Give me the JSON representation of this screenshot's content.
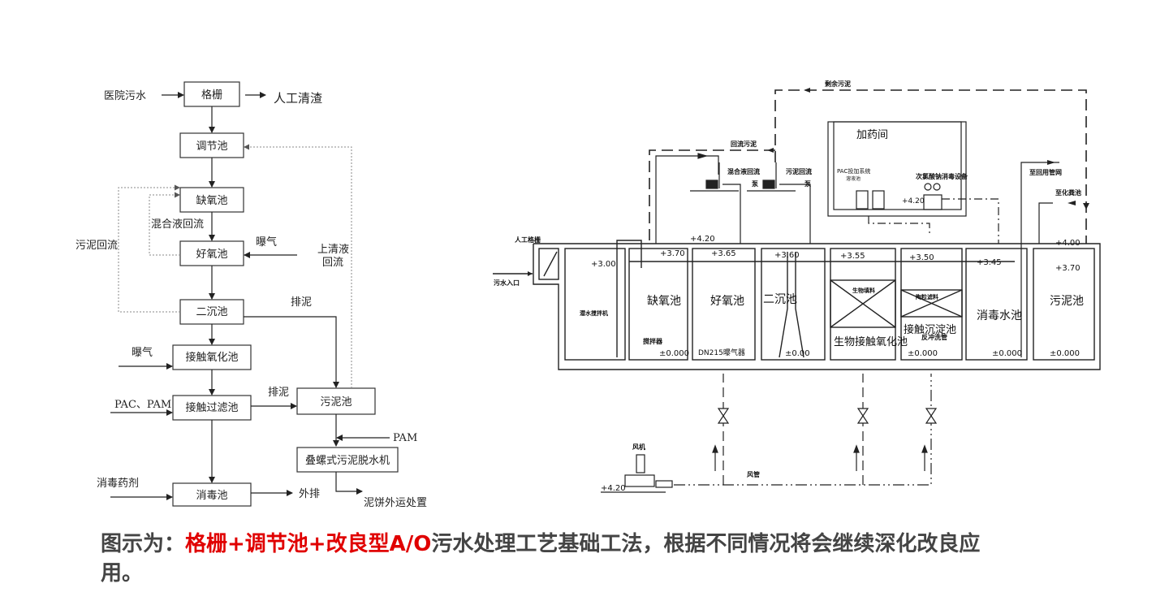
{
  "flowchart": {
    "nodes": {
      "grille": "格栅",
      "equalization": "调节池",
      "anoxic": "缺氧池",
      "aerobic": "好氧池",
      "secondary_clarifier": "二沉池",
      "contact_oxidation": "接触氧化池",
      "contact_filter": "接触过滤池",
      "sludge_tank": "污泥池",
      "screw_dewater": "叠螺式污泥脱水机",
      "disinfection": "消毒池"
    },
    "labels": {
      "hospital_sewage": "医院污水",
      "manual_slag": "人工清渣",
      "mixed_return": "混合液回流",
      "sludge_return": "污泥回流",
      "aeration_1": "曝气",
      "supernatant_1": "上清液",
      "supernatant_2": "回流",
      "discharge_sludge_1": "排泥",
      "aeration_2": "曝气",
      "pac_pam": "PAC、PAM",
      "discharge_sludge_2": "排泥",
      "pam": "PAM",
      "disinfectant": "消毒药剂",
      "outflow": "外排",
      "cake_disposal": "泥饼外运处置"
    }
  },
  "schematic": {
    "excess_sludge": "剩余污泥",
    "return_sludge": "回流污泥",
    "mixed_pump_1": "混合液回流",
    "mixed_pump_2": "泵",
    "sludge_pump_1": "污泥回流",
    "sludge_pump_2": "泵",
    "dosing_room": "加药间",
    "pac_system": "PAC投加系统",
    "storage": "溶液池",
    "hypochlorite": "次氯酸钠消毒设备",
    "to_reuse": "至回用管网",
    "to_septic": "至化粪池",
    "manual_grille": "人工格栅",
    "inlet": "污水入口",
    "submersible_mixer": "潜水搅拌机",
    "mixer": "搅拌器",
    "aerator": "DN215曝气器",
    "bio_media": "生物填料",
    "ceramic_media": "陶粒滤料",
    "backwash": "反冲洗管",
    "blower": "风机",
    "air_pipe": "风管",
    "tanks": {
      "anoxic": "缺氧池",
      "aerobic": "好氧池",
      "clarifier": "二沉池",
      "bio_contact": "生物接触氧化池",
      "contact_settle": "接触沉淀池",
      "disinfect": "消毒水池",
      "sludge": "污泥池"
    },
    "levels": {
      "room": "+4.20",
      "top": "+4.20",
      "equalization": "+3.00",
      "anoxic": "+3.70",
      "aerobic": "+3.65",
      "clarifier": "+3.60",
      "bio": "+3.55",
      "settle": "+3.50",
      "disinfect": "+3.45",
      "sludge_top": "+4.00",
      "sludge_water": "+3.70",
      "blower": "+4.20",
      "zero_a": "±0.000",
      "zero_b": "±0.00",
      "zero_c": "±0.000",
      "zero_d": "±0.000",
      "zero_e": "±0.000"
    }
  },
  "caption": {
    "prefix": "图示为：",
    "highlight": "格栅+调节池+改良型A/O",
    "suffix": "污水处理工艺基础工法，根据不同情况将会继续深化改良应用。"
  },
  "colors": {
    "highlight": "#e00000",
    "caption": "#444444"
  }
}
